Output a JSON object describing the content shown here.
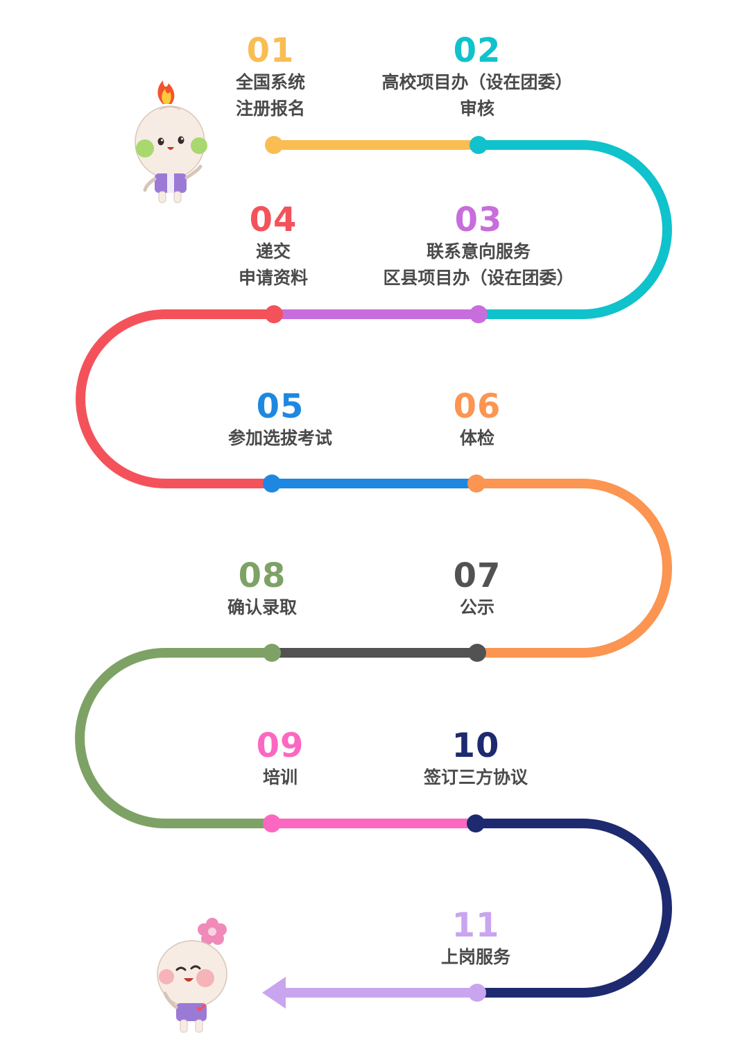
{
  "colors": {
    "s01": "#f9bd52",
    "s02": "#10c2cb",
    "s03": "#c86ddc",
    "s04": "#f4525a",
    "s05": "#1e88e0",
    "s06": "#fb9551",
    "s07": "#525252",
    "s08": "#7ea266",
    "s09": "#fc67c1",
    "s10": "#1e2a6f",
    "s11": "#c9a5ef",
    "text": "#4a4a4a"
  },
  "steps": [
    {
      "num": "01",
      "lines": [
        "全国系统",
        "注册报名"
      ],
      "color": "#f9bd52"
    },
    {
      "num": "02",
      "lines": [
        "高校项目办（设在团委）",
        "审核"
      ],
      "color": "#10c2cb"
    },
    {
      "num": "03",
      "lines": [
        "联系意向服务",
        "区县项目办（设在团委）"
      ],
      "color": "#c86ddc"
    },
    {
      "num": "04",
      "lines": [
        "递交",
        "申请资料"
      ],
      "color": "#f4525a"
    },
    {
      "num": "05",
      "lines": [
        "参加选拔考试"
      ],
      "color": "#1e88e0"
    },
    {
      "num": "06",
      "lines": [
        "体检"
      ],
      "color": "#fb9551"
    },
    {
      "num": "07",
      "lines": [
        "公示"
      ],
      "color": "#525252"
    },
    {
      "num": "08",
      "lines": [
        "确认录取"
      ],
      "color": "#7ea266"
    },
    {
      "num": "09",
      "lines": [
        "培训"
      ],
      "color": "#fc67c1"
    },
    {
      "num": "10",
      "lines": [
        "签订三方协议"
      ],
      "color": "#1e2a6f"
    },
    {
      "num": "11",
      "lines": [
        "上岗服务"
      ],
      "color": "#c9a5ef"
    }
  ],
  "mascots": [
    {
      "name": "mascot-flame-character",
      "accessory": "flame-icon"
    },
    {
      "name": "mascot-flower-character",
      "accessory": "flower-icon"
    }
  ]
}
